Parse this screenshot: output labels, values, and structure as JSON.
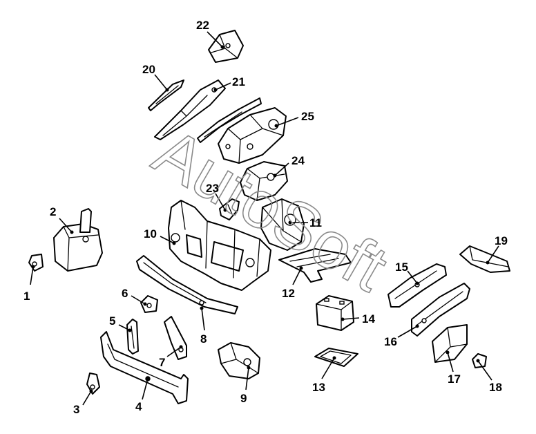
{
  "watermark": "AutoSoft",
  "callouts": [
    {
      "label": "1"
    },
    {
      "label": "2"
    },
    {
      "label": "3"
    },
    {
      "label": "4"
    },
    {
      "label": "5"
    },
    {
      "label": "6"
    },
    {
      "label": "7"
    },
    {
      "label": "8"
    },
    {
      "label": "9"
    },
    {
      "label": "10"
    },
    {
      "label": "11"
    },
    {
      "label": "12"
    },
    {
      "label": "13"
    },
    {
      "label": "14"
    },
    {
      "label": "15"
    },
    {
      "label": "16"
    },
    {
      "label": "17"
    },
    {
      "label": "18"
    },
    {
      "label": "19"
    },
    {
      "label": "20"
    },
    {
      "label": "21"
    },
    {
      "label": "22"
    },
    {
      "label": "23"
    },
    {
      "label": "24"
    },
    {
      "label": "25"
    }
  ]
}
